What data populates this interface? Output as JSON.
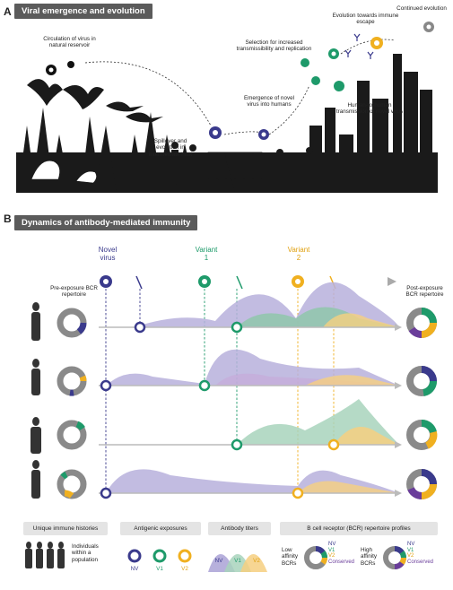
{
  "panelA": {
    "letter": "A",
    "title": "Viral emergence and evolution",
    "labels": {
      "reservoir": "Circulation of virus in natural reservoir",
      "spillover": "Spillover and evolution in intermediate host",
      "emergence": "Emergence of novel virus into humans",
      "selection": "Selection for increased transmissibility and replication",
      "escape": "Evolution towards immune escape",
      "continued": "Continued evolution",
      "h2h": "Human-to-human transmission of novel virus"
    }
  },
  "panelB": {
    "letter": "B",
    "title": "Dynamics of antibody-mediated immunity",
    "viruses": [
      {
        "label_line1": "Novel",
        "label_line2": "virus",
        "color": "#3a3a8c"
      },
      {
        "label_line1": "Variant",
        "label_line2": "1",
        "color": "#1e9a6a"
      },
      {
        "label_line1": "Variant",
        "label_line2": "2",
        "color": "#f0b020"
      }
    ],
    "pre_label": "Pre-exposure BCR repertoire",
    "post_label": "Post-exposure BCR repertoire"
  },
  "legend": {
    "histories": {
      "title": "Unique immune histories",
      "text": "Individuals within a population"
    },
    "exposures": {
      "title": "Antigenic exposures",
      "items": [
        "NV",
        "V1",
        "V2"
      ]
    },
    "titers": {
      "title": "Antibody titers",
      "items": [
        "NV",
        "V1",
        "V2"
      ]
    },
    "bcr": {
      "title": "B cell receptor (BCR) repertoire profiles",
      "low": "Low affinity BCRs",
      "high": "High affinity BCRs",
      "items": [
        "NV",
        "V1",
        "V2",
        "Conserved"
      ]
    }
  },
  "colors": {
    "nv": "#3a3a8c",
    "v1": "#1e9a6a",
    "v2": "#f0b020",
    "conserved": "#6a3d9a",
    "header": "#5b5b5b",
    "grey": "#8a8a8a"
  }
}
